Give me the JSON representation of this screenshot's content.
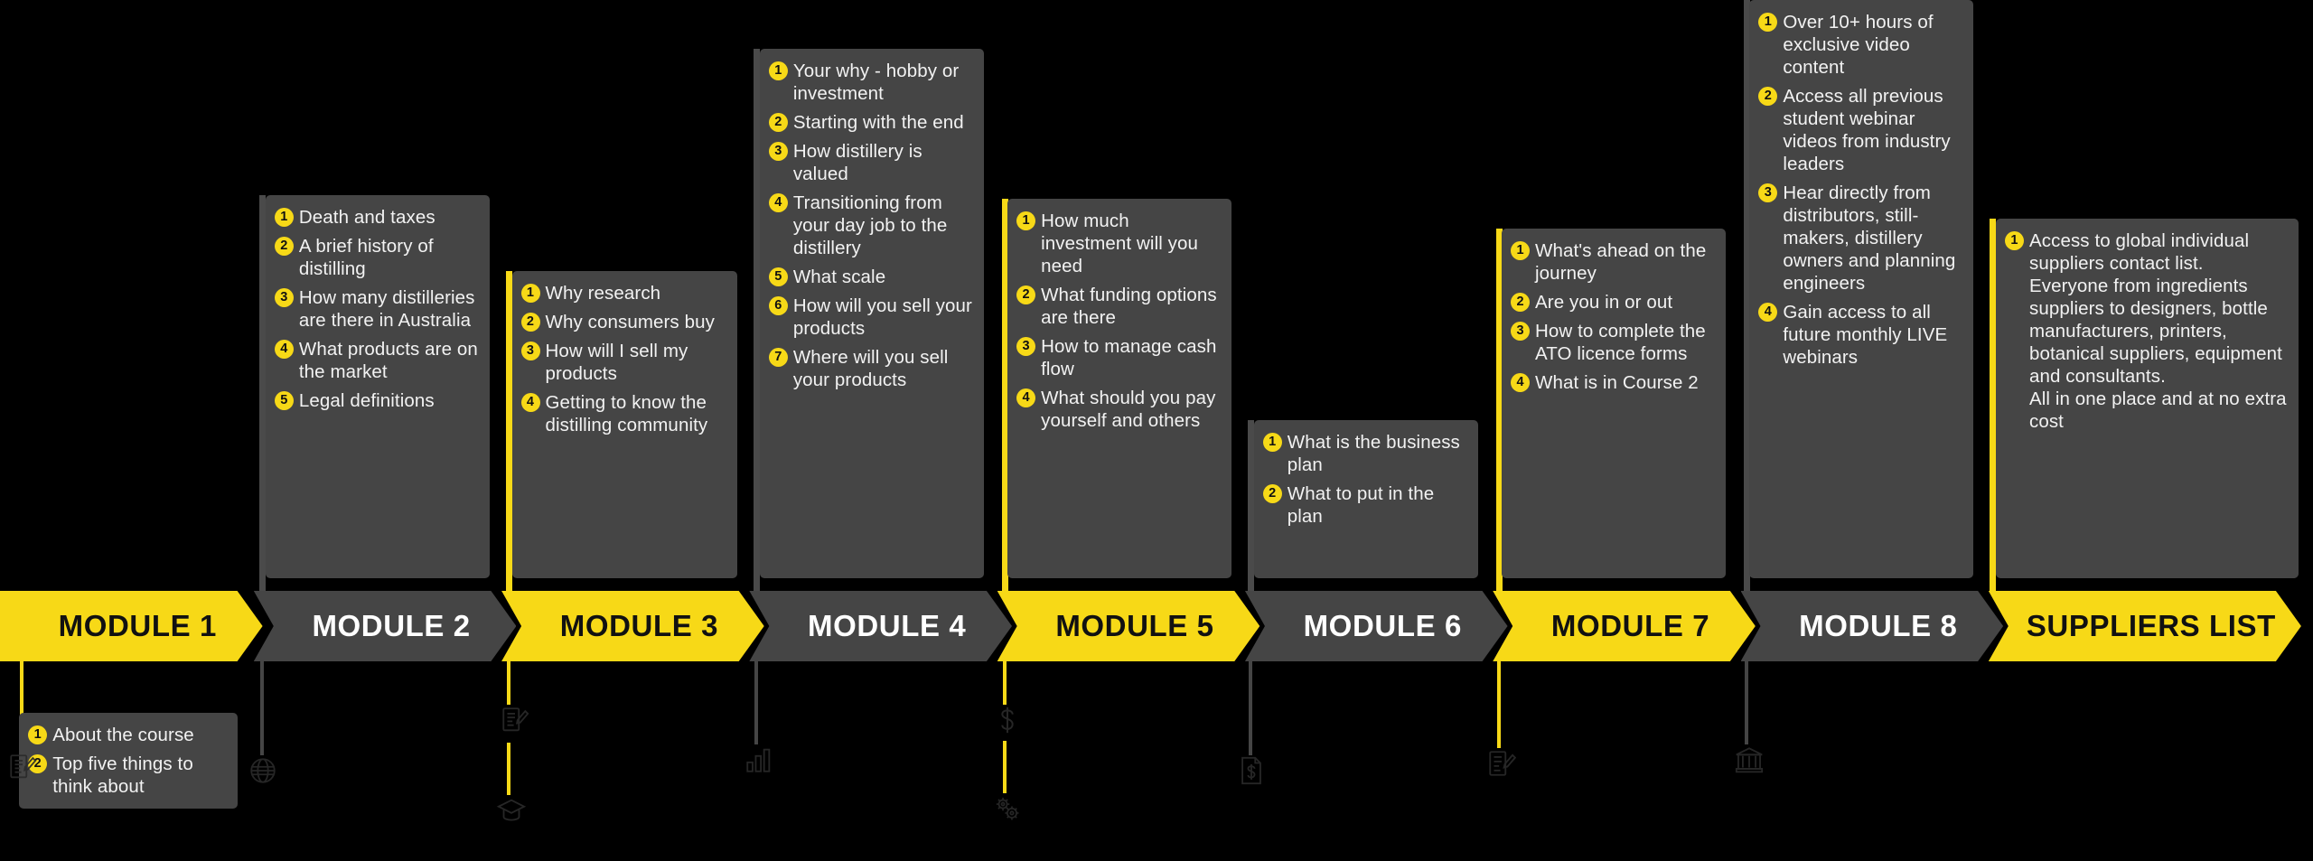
{
  "theme": {
    "accent": "#F7D917",
    "card_bg": "#454545",
    "page_bg": "#000000",
    "card_text": "#F2F2F2",
    "bullet_text": "#111111"
  },
  "columns": [
    {
      "id": "module-1",
      "banner_label": "MODULE 1",
      "banner_style": "yellow",
      "pole_style": "yellow",
      "icons": [
        "document-pen-icon"
      ],
      "items": [
        "About the course",
        "Top five things to think about"
      ]
    },
    {
      "id": "module-2",
      "banner_label": "MODULE 2",
      "banner_style": "grey",
      "pole_style": "grey",
      "icons": [
        "globe-icon"
      ],
      "items": [
        "Death and taxes",
        "A brief history of distilling",
        "How many distilleries are there in Australia",
        "What products are on the market",
        "Legal definitions"
      ]
    },
    {
      "id": "module-3",
      "banner_label": "MODULE 3",
      "banner_style": "yellow",
      "pole_style": "yellow",
      "icons": [
        "document-pen-icon",
        "graduation-cap-icon"
      ],
      "items": [
        "Why research",
        "Why consumers buy",
        "How will I sell my products",
        "Getting to know the distilling community"
      ]
    },
    {
      "id": "module-4",
      "banner_label": "MODULE 4",
      "banner_style": "grey",
      "pole_style": "grey",
      "icons": [
        "bar-chart-icon"
      ],
      "items": [
        "Your why - hobby or investment",
        "Starting with the end",
        "How distillery is valued",
        "Transitioning from your day job to the distillery",
        "What scale",
        "How will you sell your products",
        "Where will you sell your products"
      ]
    },
    {
      "id": "module-5",
      "banner_label": "MODULE 5",
      "banner_style": "yellow",
      "pole_style": "yellow",
      "icons": [
        "dollar-sign-icon",
        "gears-icon"
      ],
      "items": [
        "How much investment will you need",
        "What funding options are there",
        "How to manage cash flow",
        "What should you pay yourself and others"
      ]
    },
    {
      "id": "module-6",
      "banner_label": "MODULE 6",
      "banner_style": "grey",
      "pole_style": "grey",
      "icons": [
        "money-document-icon"
      ],
      "items": [
        "What is the business plan",
        "What to put in the plan"
      ]
    },
    {
      "id": "module-7",
      "banner_label": "MODULE 7",
      "banner_style": "yellow",
      "pole_style": "yellow",
      "icons": [
        "form-pen-icon"
      ],
      "items": [
        "What's ahead on the journey",
        "Are you in or out",
        "How to complete the ATO licence forms",
        "What is in Course 2"
      ]
    },
    {
      "id": "module-8",
      "banner_label": "MODULE 8",
      "banner_style": "grey",
      "pole_style": "grey",
      "icons": [
        "bank-building-icon"
      ],
      "items": [
        "Over 10+ hours of exclusive video content",
        "Access all previous student webinar videos from industry leaders",
        "Hear directly from distributors, still-makers, distillery owners and planning engineers",
        "Gain access to all future monthly LIVE webinars"
      ]
    },
    {
      "id": "suppliers-list",
      "banner_label": "SUPPLIERS LIST",
      "banner_style": "yellow",
      "pole_style": "yellow",
      "icons": [],
      "items": [
        "Access to global individual suppliers contact list.\nEveryone from ingredients suppliers to designers, bottle manufacturers, printers, botanical suppliers, equipment and consultants.\nAll in one place and at no extra cost"
      ]
    }
  ]
}
